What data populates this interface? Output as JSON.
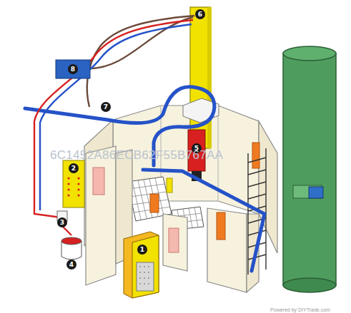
{
  "diagram": {
    "labels": [
      "1",
      "2",
      "3",
      "4",
      "5",
      "6",
      "7",
      "8",
      "6C1452A86ECB62F55B767AA",
      "Powered by DIYTrade.com"
    ]
  }
}
